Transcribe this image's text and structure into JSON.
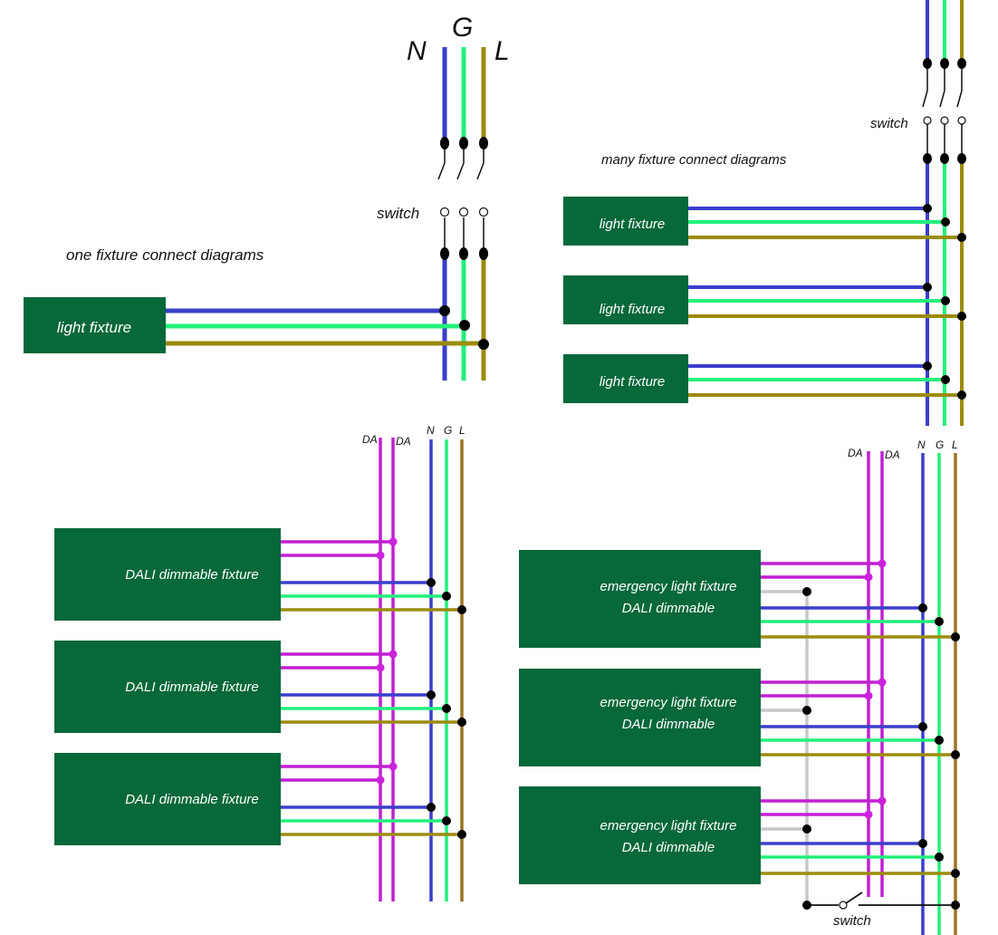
{
  "labels": {
    "bus_n": "N",
    "bus_g": "G",
    "bus_l": "L",
    "da": "DA",
    "switch": "switch",
    "one_fixture_caption": "one fixture connect diagrams",
    "many_fixture_caption": "many  fixture connect diagrams",
    "light_fixture": "light fixture",
    "dali_fixture": "DALI dimmable fixture",
    "emergency_line1": "emergency  light fixture",
    "emergency_line2": "DALI  dimmable"
  },
  "colors": {
    "fixture_box": "#07683a",
    "neutral_wire": "#3a3fcc",
    "ground_wire": "#22f07a",
    "live_wire": "#9b8c0d",
    "dali_wire": "#c21ed3",
    "emergency_wire": "#c8c8c8"
  }
}
